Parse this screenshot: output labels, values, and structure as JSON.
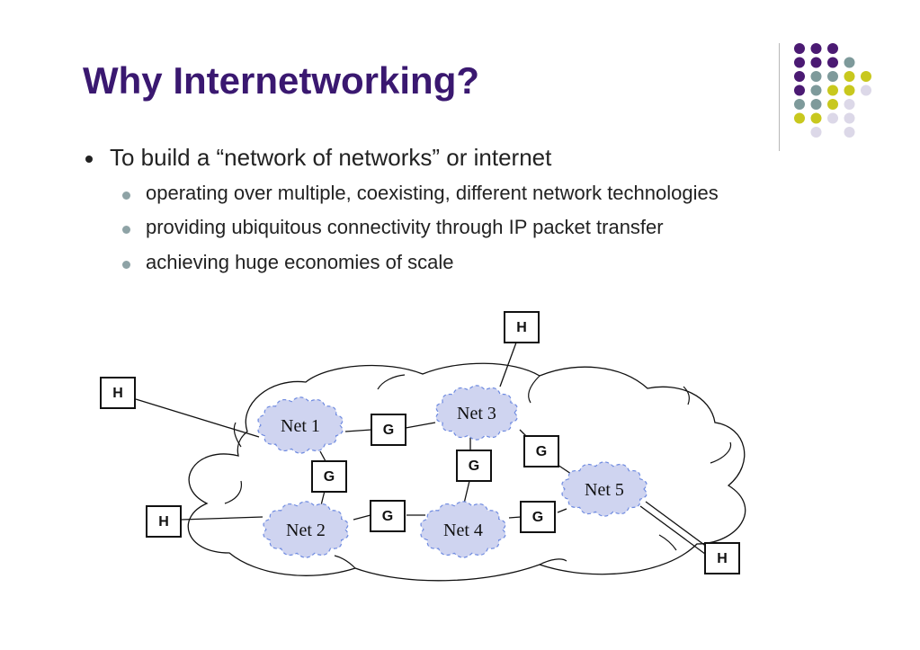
{
  "slide": {
    "title": "Why Internetworking?",
    "bullets": [
      {
        "text": "To build a “network of networks” or internet"
      }
    ],
    "sub_bullets": [
      {
        "text": "operating over multiple, coexisting, different network technologies"
      },
      {
        "text": "providing ubiquitous connectivity through IP packet transfer"
      },
      {
        "text": "achieving huge economies of scale"
      }
    ]
  },
  "colors": {
    "title": "#3a1870",
    "purple": "#4b1a73",
    "teal": "#7e9a9b",
    "yellow": "#c8c81e",
    "lavender": "#dcd8e8",
    "net_fill": "#cfd4f0",
    "net_stroke": "#6f8be0"
  },
  "diagram": {
    "networks": [
      "Net 1",
      "Net 2",
      "Net 3",
      "Net 4",
      "Net 5"
    ],
    "gateway_label": "G",
    "host_label": "H"
  }
}
